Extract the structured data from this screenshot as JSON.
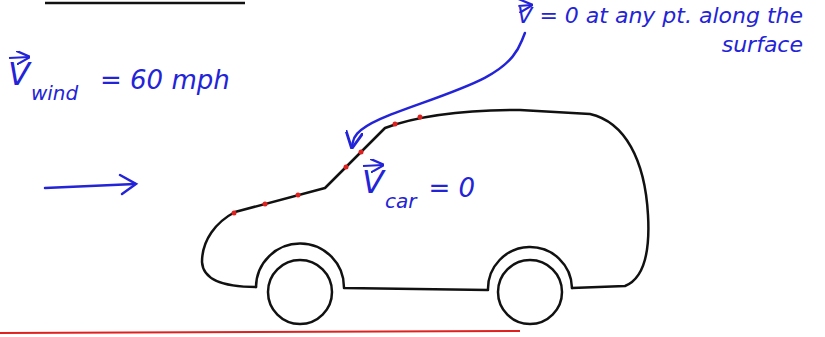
{
  "diagram": {
    "labels": [
      "V",
      "wind",
      "= 60 mph",
      "V = 0 at any pt. along the surface",
      "V",
      "car",
      "= 0"
    ]
  }
}
